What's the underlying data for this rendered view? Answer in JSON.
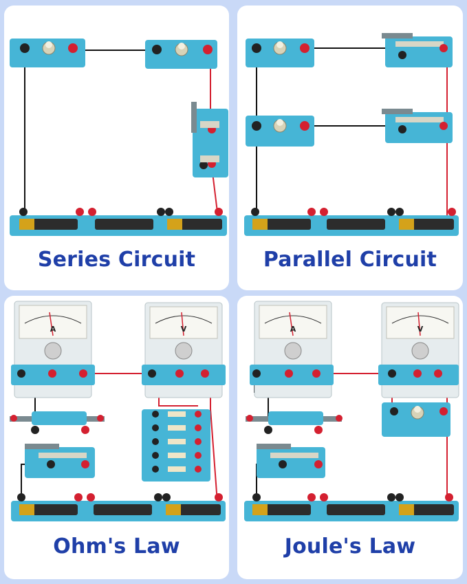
{
  "colors": {
    "background": "#c9d9f7",
    "panel": "#ffffff",
    "caption": "#1f3fa8",
    "board": "#46b5d6",
    "wire_black": "#111111",
    "wire_red": "#d42030"
  },
  "panels": [
    {
      "title": "Series Circuit"
    },
    {
      "title": "Parallel Circuit"
    },
    {
      "title": "Ohm's Law"
    },
    {
      "title": "Joule's Law"
    }
  ],
  "meters": {
    "ammeter_symbol": "A",
    "voltmeter_symbol": "V"
  }
}
